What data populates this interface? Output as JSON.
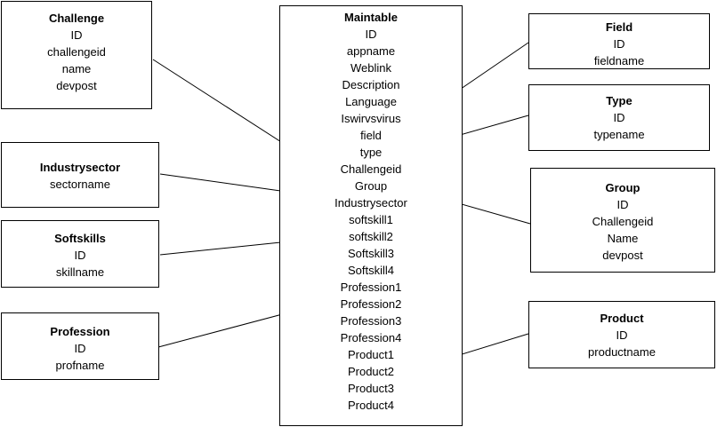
{
  "entities": {
    "challenge": {
      "title": "Challenge",
      "fields": [
        "ID",
        "challengeid",
        "name",
        "devpost"
      ]
    },
    "industrysector": {
      "title": "Industrysector",
      "fields": [
        "sectorname"
      ]
    },
    "softskills": {
      "title": "Softskills",
      "fields": [
        "ID",
        "skillname"
      ]
    },
    "profession": {
      "title": "Profession",
      "fields": [
        "ID",
        "profname"
      ]
    },
    "maintable": {
      "title": "Maintable",
      "fields": [
        "ID",
        "appname",
        "Weblink",
        "Description",
        "Language",
        "Iswirvsvirus",
        "field",
        "type",
        "Challengeid",
        "Group",
        "Industrysector",
        "softskill1",
        "softskill2",
        "Softskill3",
        "Softskill4",
        "Profession1",
        "Profession2",
        "Profession3",
        "Profession4",
        "Product1",
        "Product2",
        "Product3",
        "Product4"
      ]
    },
    "field": {
      "title": "Field",
      "fields": [
        "ID",
        "fieldname"
      ]
    },
    "type": {
      "title": "Type",
      "fields": [
        "ID",
        "typename"
      ]
    },
    "group": {
      "title": "Group",
      "fields": [
        "ID",
        "Challengeid",
        "Name",
        "devpost"
      ]
    },
    "product": {
      "title": "Product",
      "fields": [
        "ID",
        "productname"
      ]
    }
  },
  "relations": [
    {
      "from": "challenge",
      "to": "maintable.Challengeid"
    },
    {
      "from": "industrysector",
      "to": "maintable.Industrysector"
    },
    {
      "from": "softskills",
      "to": "maintable.softskill2"
    },
    {
      "from": "profession",
      "to": "maintable.Profession2"
    },
    {
      "from": "field",
      "to": "maintable.field"
    },
    {
      "from": "type",
      "to": "maintable.type"
    },
    {
      "from": "group",
      "to": "maintable.Group"
    },
    {
      "from": "product",
      "to": "maintable.Product2"
    }
  ]
}
